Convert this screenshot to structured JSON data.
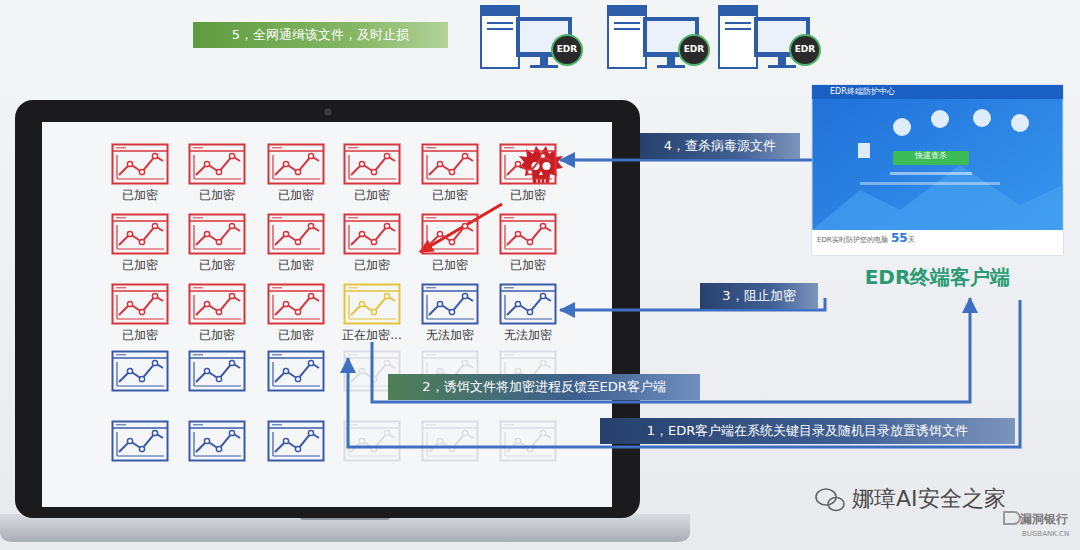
{
  "diagram": {
    "nodes": [
      {
        "text": [
          "已加密"
        ]
      },
      {
        "text": [
          "已加密"
        ]
      },
      {
        "text": [
          "已加密"
        ]
      },
      {
        "text": [
          "已加密"
        ]
      },
      {
        "text": [
          "已加密"
        ]
      },
      {
        "text": [
          "已加密"
        ]
      },
      {
        "text": [
          "已加密"
        ]
      },
      {
        "text": [
          "已加密"
        ]
      },
      {
        "text": [
          "已加密"
        ]
      },
      {
        "text": [
          "已加密"
        ]
      },
      {
        "text": [
          "已加密"
        ]
      },
      {
        "text": [
          "已加密"
        ]
      },
      {
        "text": [
          "已加密"
        ]
      },
      {
        "text": [
          "已加密"
        ]
      },
      {
        "text": [
          "已加密"
        ]
      },
      {
        "text": [
          "正在加密..."
        ]
      },
      {
        "text": [
          "无法加密"
        ]
      },
      {
        "text": [
          "无法加密"
        ]
      },
      {
        "text": [
          "EDR终端防护中心",
          "快速查杀",
          "EDR实时防护您的电脑",
          "55",
          "天",
          "EDR终端客户端"
        ]
      }
    ],
    "edges": [
      {
        "from": 18,
        "to": 5,
        "arrow": "to",
        "label": "4，查杀病毒源文件"
      },
      {
        "from": 18,
        "to": 17,
        "arrow": "to",
        "label": "3，阻止加密"
      },
      {
        "from": 15,
        "to": 18,
        "arrow": "to",
        "label": "2，诱饵文件将加密进程反馈至EDR客户端"
      }
    ],
    "labels": [
      "5，全网通缉该文件，及时止损",
      "EDR",
      "EDR",
      "EDR",
      "1，EDR客户端在系统关键目录及随机目录放置诱饵文件",
      "娜璋AI安全之家",
      "漏洞银行",
      "BUGBANK.CN"
    ]
  }
}
